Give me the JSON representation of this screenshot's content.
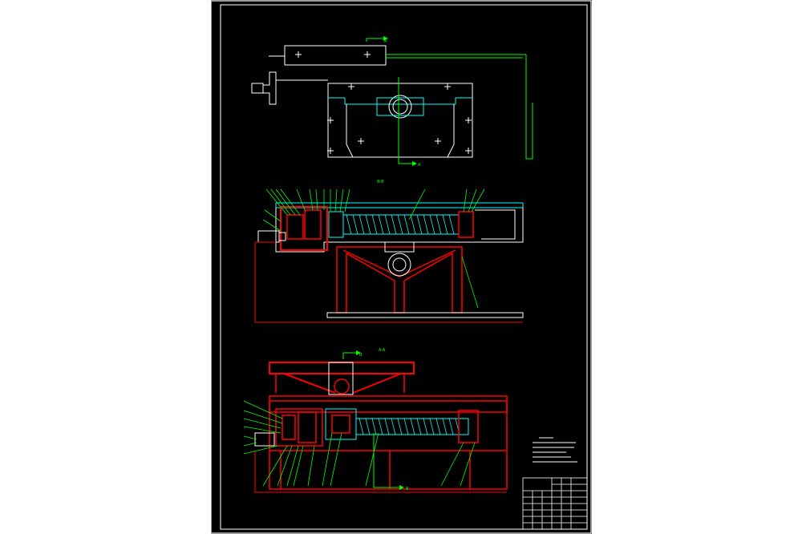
{
  "drawing": {
    "view_top_label": "A",
    "view_top_label_bottom": "A",
    "section_bb_title": "B-B",
    "section_aa_title": "A-A",
    "section_aa_marker_top": "B",
    "section_aa_marker_bottom": "B",
    "colors": {
      "background": "#000000",
      "frame": "#ffffff",
      "outline": "#00ffff",
      "section": "#ff0000",
      "leader": "#00ff00",
      "hatch": "#ff0000"
    }
  }
}
